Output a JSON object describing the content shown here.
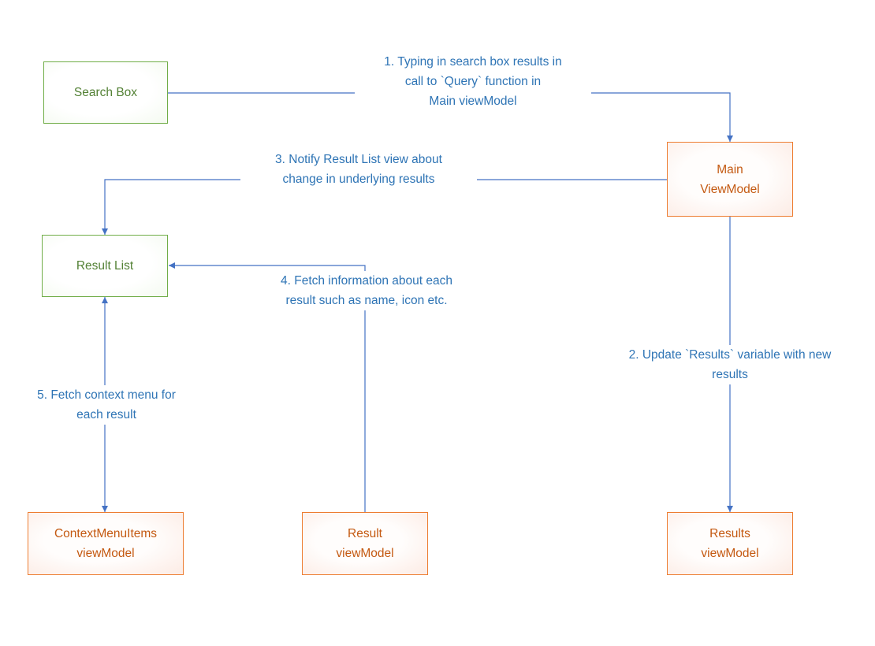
{
  "colors": {
    "green_border": "#70AD47",
    "green_text": "#538135",
    "orange_border": "#ED7D31",
    "orange_text": "#C45911",
    "line_blue": "#4472C4",
    "label_blue": "#2E74B5"
  },
  "nodes": {
    "search_box": "Search Box",
    "main_viewmodel": "Main\nViewModel",
    "result_list": "Result List",
    "contextmenuitems_viewmodel": "ContextMenuItems\nviewModel",
    "result_viewmodel": "Result\nviewModel",
    "results_viewmodel": "Results\nviewModel"
  },
  "edges": {
    "e1": "1. Typing in search box results in\ncall to `Query` function in\nMain viewModel",
    "e2": "2. Update `Results` variable with new\nresults",
    "e3": "3. Notify Result List view about\nchange in underlying results",
    "e4": "4. Fetch information about each\nresult such as name, icon etc.",
    "e5": "5. Fetch context menu for\neach result"
  }
}
